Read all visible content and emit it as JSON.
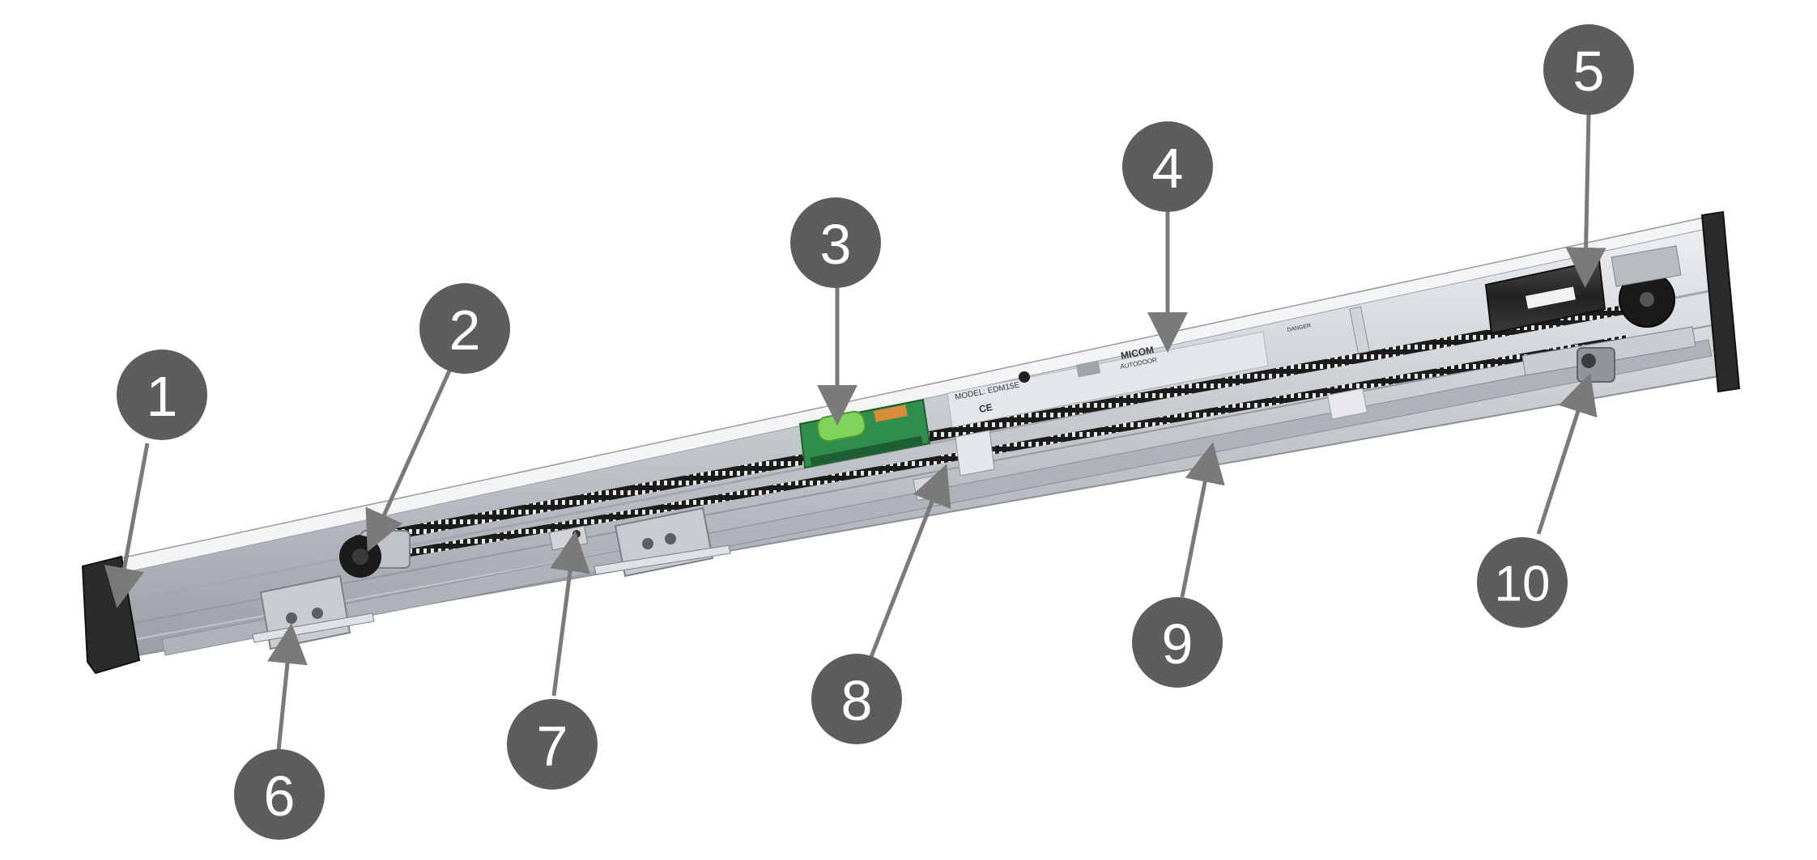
{
  "image": {
    "subject": "sliding door operator assembly with numbered callouts",
    "colors": {
      "callout_fill": "#5d5d5d",
      "arrow": "#7a7a7a",
      "rail_light": "#d9dcdf",
      "rail_mid": "#b9bec4",
      "rail_dark": "#8e949b",
      "end_cap": "#2b2b2b",
      "belt": "#1c1c1c",
      "pcb_green": "#2f8f4a",
      "capacitor_green": "#7fd35a",
      "motor": "#2a2a2a",
      "bracket_metal": "#c8ccd0"
    }
  },
  "labels": {
    "model": "MODEL: EDM15E",
    "brand_line1": "MICOM",
    "brand_line2": "AUTODOOR",
    "ce_mark": "CE",
    "danger": "DANGER"
  },
  "callouts": [
    {
      "id": "1",
      "label": "1"
    },
    {
      "id": "2",
      "label": "2"
    },
    {
      "id": "3",
      "label": "3"
    },
    {
      "id": "4",
      "label": "4"
    },
    {
      "id": "5",
      "label": "5"
    },
    {
      "id": "6",
      "label": "6"
    },
    {
      "id": "7",
      "label": "7"
    },
    {
      "id": "8",
      "label": "8"
    },
    {
      "id": "9",
      "label": "9"
    },
    {
      "id": "10",
      "label": "10"
    }
  ]
}
